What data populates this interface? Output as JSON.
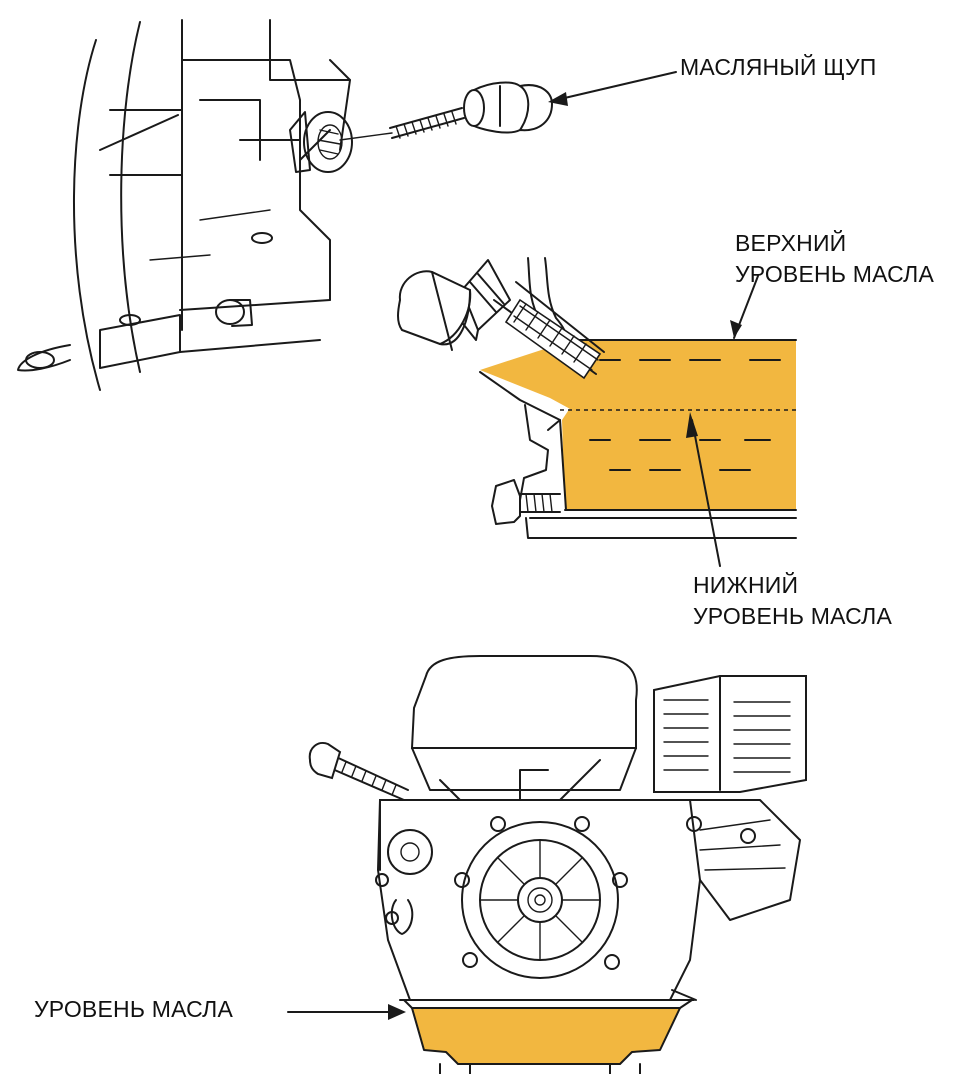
{
  "labels": {
    "dipstick": "МАСЛЯНЫЙ ЩУП",
    "upper_level_line1": "ВЕРХНИЙ",
    "upper_level_line2": "УРОВЕНЬ МАСЛА",
    "lower_level_line1": "НИЖНИЙ",
    "lower_level_line2": "УРОВЕНЬ МАСЛА",
    "oil_level": "УРОВЕНЬ МАСЛА"
  },
  "colors": {
    "oil": "#f2b740",
    "line": "#1a1a1a",
    "background": "#ffffff"
  }
}
